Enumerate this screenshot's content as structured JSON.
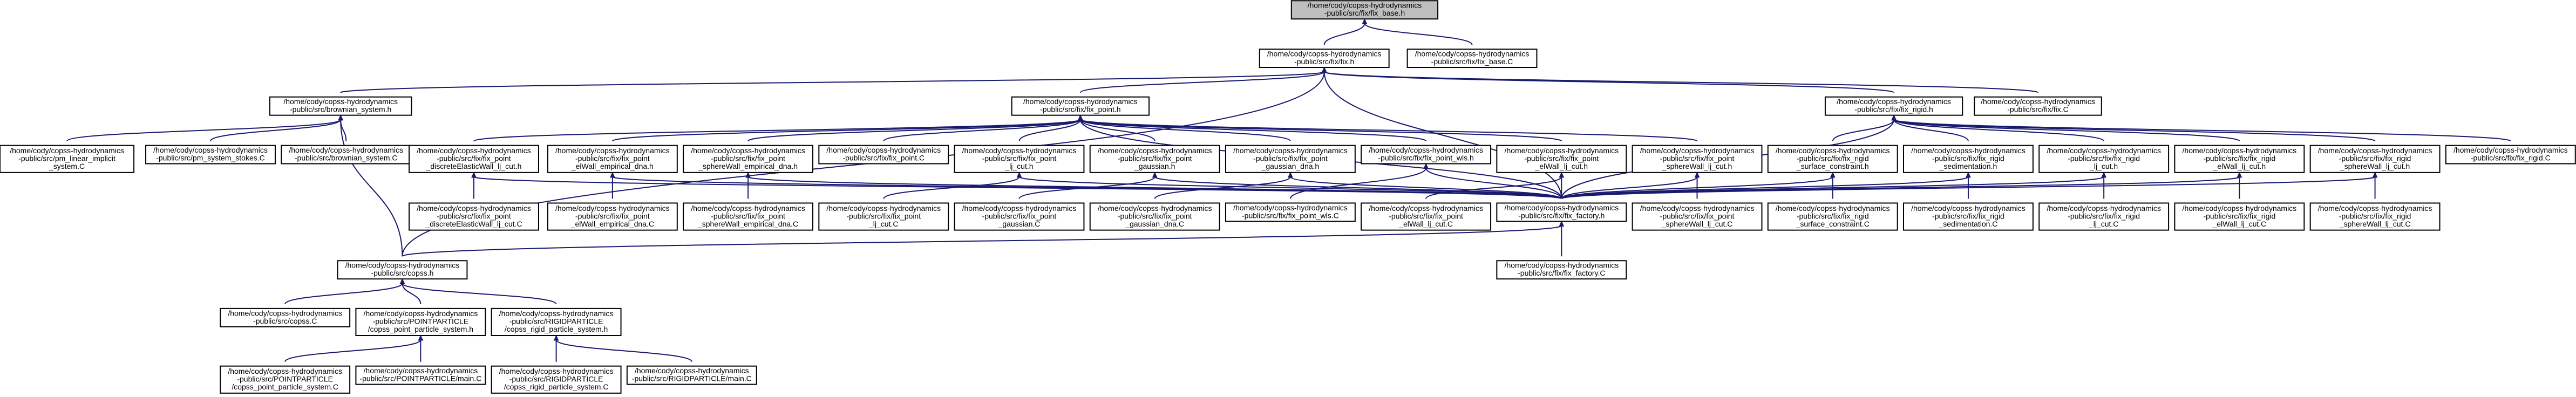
{
  "graph": {
    "colors": {
      "edge": "#191970",
      "root_fill": "#bfbfbf",
      "node_fill": "#ffffff",
      "border": "#000000"
    },
    "nodes": [
      {
        "id": "n0",
        "lines": [
          "/home/cody/copss-hydrodynamics",
          "-public/src/fix/fix_base.h"
        ]
      },
      {
        "id": "n1",
        "lines": [
          "/home/cody/copss-hydrodynamics",
          "-public/src/fix/fix.h"
        ]
      },
      {
        "id": "n2",
        "lines": [
          "/home/cody/copss-hydrodynamics",
          "-public/src/fix/fix_base.C"
        ]
      },
      {
        "id": "n3",
        "lines": [
          "/home/cody/copss-hydrodynamics",
          "-public/src/brownian_system.h"
        ]
      },
      {
        "id": "n4",
        "lines": [
          "/home/cody/copss-hydrodynamics",
          "-public/src/fix/fix_point.h"
        ]
      },
      {
        "id": "n5",
        "lines": [
          "/home/cody/copss-hydrodynamics",
          "-public/src/fix/fix_rigid.h"
        ]
      },
      {
        "id": "n6",
        "lines": [
          "/home/cody/copss-hydrodynamics",
          "-public/src/fix/fix.C"
        ]
      },
      {
        "id": "n7",
        "lines": [
          "/home/cody/copss-hydrodynamics",
          "-public/src/pm_linear_implicit",
          "_system.C"
        ]
      },
      {
        "id": "n8",
        "lines": [
          "/home/cody/copss-hydrodynamics",
          "-public/src/pm_system_stokes.C"
        ]
      },
      {
        "id": "n9",
        "lines": [
          "/home/cody/copss-hydrodynamics",
          "-public/src/brownian_system.C"
        ]
      },
      {
        "id": "n10",
        "lines": [
          "/home/cody/copss-hydrodynamics",
          "-public/src/fix/fix_point",
          "_discreteElasticWall_lj_cut.h"
        ]
      },
      {
        "id": "n11",
        "lines": [
          "/home/cody/copss-hydrodynamics",
          "-public/src/fix/fix_point",
          "_elWall_empirical_dna.h"
        ]
      },
      {
        "id": "n12",
        "lines": [
          "/home/cody/copss-hydrodynamics",
          "-public/src/fix/fix_point",
          "_sphereWall_empirical_dna.h"
        ]
      },
      {
        "id": "n13",
        "lines": [
          "/home/cody/copss-hydrodynamics",
          "-public/src/fix/fix_point.C"
        ]
      },
      {
        "id": "n14",
        "lines": [
          "/home/cody/copss-hydrodynamics",
          "-public/src/fix/fix_point",
          "_lj_cut.h"
        ]
      },
      {
        "id": "n15",
        "lines": [
          "/home/cody/copss-hydrodynamics",
          "-public/src/fix/fix_point",
          "_gaussian.h"
        ]
      },
      {
        "id": "n16",
        "lines": [
          "/home/cody/copss-hydrodynamics",
          "-public/src/fix/fix_point",
          "_gaussian_dna.h"
        ]
      },
      {
        "id": "n17",
        "lines": [
          "/home/cody/copss-hydrodynamics",
          "-public/src/fix/fix_point_wls.h"
        ]
      },
      {
        "id": "n18",
        "lines": [
          "/home/cody/copss-hydrodynamics",
          "-public/src/fix/fix_point",
          "_elWall_lj_cut.h"
        ]
      },
      {
        "id": "n19",
        "lines": [
          "/home/cody/copss-hydrodynamics",
          "-public/src/fix/fix_point",
          "_sphereWall_lj_cut.h"
        ]
      },
      {
        "id": "n20",
        "lines": [
          "/home/cody/copss-hydrodynamics",
          "-public/src/fix/fix_rigid",
          "_surface_constraint.h"
        ]
      },
      {
        "id": "n21",
        "lines": [
          "/home/cody/copss-hydrodynamics",
          "-public/src/fix/fix_rigid",
          "_sedimentation.h"
        ]
      },
      {
        "id": "n22",
        "lines": [
          "/home/cody/copss-hydrodynamics",
          "-public/src/fix/fix_rigid",
          "_lj_cut.h"
        ]
      },
      {
        "id": "n23",
        "lines": [
          "/home/cody/copss-hydrodynamics",
          "-public/src/fix/fix_rigid",
          "_elWall_lj_cut.h"
        ]
      },
      {
        "id": "n24",
        "lines": [
          "/home/cody/copss-hydrodynamics",
          "-public/src/fix/fix_rigid",
          "_sphereWall_lj_cut.h"
        ]
      },
      {
        "id": "n25",
        "lines": [
          "/home/cody/copss-hydrodynamics",
          "-public/src/fix/fix_rigid.C"
        ]
      },
      {
        "id": "n26",
        "lines": [
          "/home/cody/copss-hydrodynamics",
          "-public/src/fix/fix_point",
          "_discreteElasticWall_lj_cut.C"
        ]
      },
      {
        "id": "n27",
        "lines": [
          "/home/cody/copss-hydrodynamics",
          "-public/src/fix/fix_point",
          "_elWall_empirical_dna.C"
        ]
      },
      {
        "id": "n28",
        "lines": [
          "/home/cody/copss-hydrodynamics",
          "-public/src/fix/fix_point",
          "_sphereWall_empirical_dna.C"
        ]
      },
      {
        "id": "n29",
        "lines": [
          "/home/cody/copss-hydrodynamics",
          "-public/src/fix/fix_point",
          "_lj_cut.C"
        ]
      },
      {
        "id": "n30",
        "lines": [
          "/home/cody/copss-hydrodynamics",
          "-public/src/fix/fix_point",
          "_gaussian.C"
        ]
      },
      {
        "id": "n31",
        "lines": [
          "/home/cody/copss-hydrodynamics",
          "-public/src/fix/fix_point",
          "_gaussian_dna.C"
        ]
      },
      {
        "id": "n32",
        "lines": [
          "/home/cody/copss-hydrodynamics",
          "-public/src/fix/fix_point_wls.C"
        ]
      },
      {
        "id": "n33",
        "lines": [
          "/home/cody/copss-hydrodynamics",
          "-public/src/fix/fix_point",
          "_elWall_lj_cut.C"
        ]
      },
      {
        "id": "n34",
        "lines": [
          "/home/cody/copss-hydrodynamics",
          "-public/src/fix/fix_factory.h"
        ]
      },
      {
        "id": "n35",
        "lines": [
          "/home/cody/copss-hydrodynamics",
          "-public/src/fix/fix_point",
          "_sphereWall_lj_cut.C"
        ]
      },
      {
        "id": "n36",
        "lines": [
          "/home/cody/copss-hydrodynamics",
          "-public/src/fix/fix_rigid",
          "_surface_constraint.C"
        ]
      },
      {
        "id": "n37",
        "lines": [
          "/home/cody/copss-hydrodynamics",
          "-public/src/fix/fix_rigid",
          "_sedimentation.C"
        ]
      },
      {
        "id": "n38",
        "lines": [
          "/home/cody/copss-hydrodynamics",
          "-public/src/fix/fix_rigid",
          "_lj_cut.C"
        ]
      },
      {
        "id": "n39",
        "lines": [
          "/home/cody/copss-hydrodynamics",
          "-public/src/fix/fix_rigid",
          "_elWall_lj_cut.C"
        ]
      },
      {
        "id": "n40",
        "lines": [
          "/home/cody/copss-hydrodynamics",
          "-public/src/fix/fix_rigid",
          "_sphereWall_lj_cut.C"
        ]
      },
      {
        "id": "n41",
        "lines": [
          "/home/cody/copss-hydrodynamics",
          "-public/src/copss.h"
        ]
      },
      {
        "id": "n42",
        "lines": [
          "/home/cody/copss-hydrodynamics",
          "-public/src/fix/fix_factory.C"
        ]
      },
      {
        "id": "n43",
        "lines": [
          "/home/cody/copss-hydrodynamics",
          "-public/src/copss.C"
        ]
      },
      {
        "id": "n44",
        "lines": [
          "/home/cody/copss-hydrodynamics",
          "-public/src/POINTPARTICLE",
          "/copss_point_particle_system.h"
        ]
      },
      {
        "id": "n45",
        "lines": [
          "/home/cody/copss-hydrodynamics",
          "-public/src/RIGIDPARTICLE",
          "/copss_rigid_particle_system.h"
        ]
      },
      {
        "id": "n46",
        "lines": [
          "/home/cody/copss-hydrodynamics",
          "-public/src/POINTPARTICLE",
          "/copss_point_particle_system.C"
        ]
      },
      {
        "id": "n47",
        "lines": [
          "/home/cody/copss-hydrodynamics",
          "-public/src/POINTPARTICLE/main.C"
        ]
      },
      {
        "id": "n48",
        "lines": [
          "/home/cody/copss-hydrodynamics",
          "-public/src/RIGIDPARTICLE",
          "/copss_rigid_particle_system.C"
        ]
      },
      {
        "id": "n49",
        "lines": [
          "/home/cody/copss-hydrodynamics",
          "-public/src/RIGIDPARTICLE/main.C"
        ]
      }
    ],
    "edges": [
      [
        "n0",
        "n1"
      ],
      [
        "n0",
        "n2"
      ],
      [
        "n1",
        "n3"
      ],
      [
        "n1",
        "n4"
      ],
      [
        "n1",
        "n5"
      ],
      [
        "n1",
        "n6"
      ],
      [
        "n1",
        "n34"
      ],
      [
        "n1",
        "n41"
      ],
      [
        "n3",
        "n7"
      ],
      [
        "n3",
        "n8"
      ],
      [
        "n3",
        "n9"
      ],
      [
        "n3",
        "n41"
      ],
      [
        "n4",
        "n10"
      ],
      [
        "n4",
        "n11"
      ],
      [
        "n4",
        "n12"
      ],
      [
        "n4",
        "n13"
      ],
      [
        "n4",
        "n14"
      ],
      [
        "n4",
        "n15"
      ],
      [
        "n4",
        "n16"
      ],
      [
        "n4",
        "n17"
      ],
      [
        "n4",
        "n18"
      ],
      [
        "n4",
        "n19"
      ],
      [
        "n4",
        "n34"
      ],
      [
        "n5",
        "n20"
      ],
      [
        "n5",
        "n21"
      ],
      [
        "n5",
        "n22"
      ],
      [
        "n5",
        "n23"
      ],
      [
        "n5",
        "n24"
      ],
      [
        "n5",
        "n25"
      ],
      [
        "n5",
        "n34"
      ],
      [
        "n10",
        "n26"
      ],
      [
        "n10",
        "n34"
      ],
      [
        "n11",
        "n27"
      ],
      [
        "n11",
        "n34"
      ],
      [
        "n12",
        "n28"
      ],
      [
        "n12",
        "n34"
      ],
      [
        "n14",
        "n29"
      ],
      [
        "n14",
        "n34"
      ],
      [
        "n15",
        "n30"
      ],
      [
        "n15",
        "n34"
      ],
      [
        "n16",
        "n31"
      ],
      [
        "n16",
        "n34"
      ],
      [
        "n17",
        "n32"
      ],
      [
        "n17",
        "n34"
      ],
      [
        "n18",
        "n33"
      ],
      [
        "n18",
        "n34"
      ],
      [
        "n19",
        "n35"
      ],
      [
        "n19",
        "n34"
      ],
      [
        "n20",
        "n36"
      ],
      [
        "n20",
        "n34"
      ],
      [
        "n21",
        "n37"
      ],
      [
        "n21",
        "n34"
      ],
      [
        "n22",
        "n38"
      ],
      [
        "n22",
        "n34"
      ],
      [
        "n23",
        "n39"
      ],
      [
        "n23",
        "n34"
      ],
      [
        "n24",
        "n40"
      ],
      [
        "n24",
        "n34"
      ],
      [
        "n34",
        "n41"
      ],
      [
        "n34",
        "n42"
      ],
      [
        "n41",
        "n43"
      ],
      [
        "n41",
        "n44"
      ],
      [
        "n41",
        "n45"
      ],
      [
        "n44",
        "n46"
      ],
      [
        "n44",
        "n47"
      ],
      [
        "n45",
        "n48"
      ],
      [
        "n45",
        "n49"
      ]
    ]
  }
}
